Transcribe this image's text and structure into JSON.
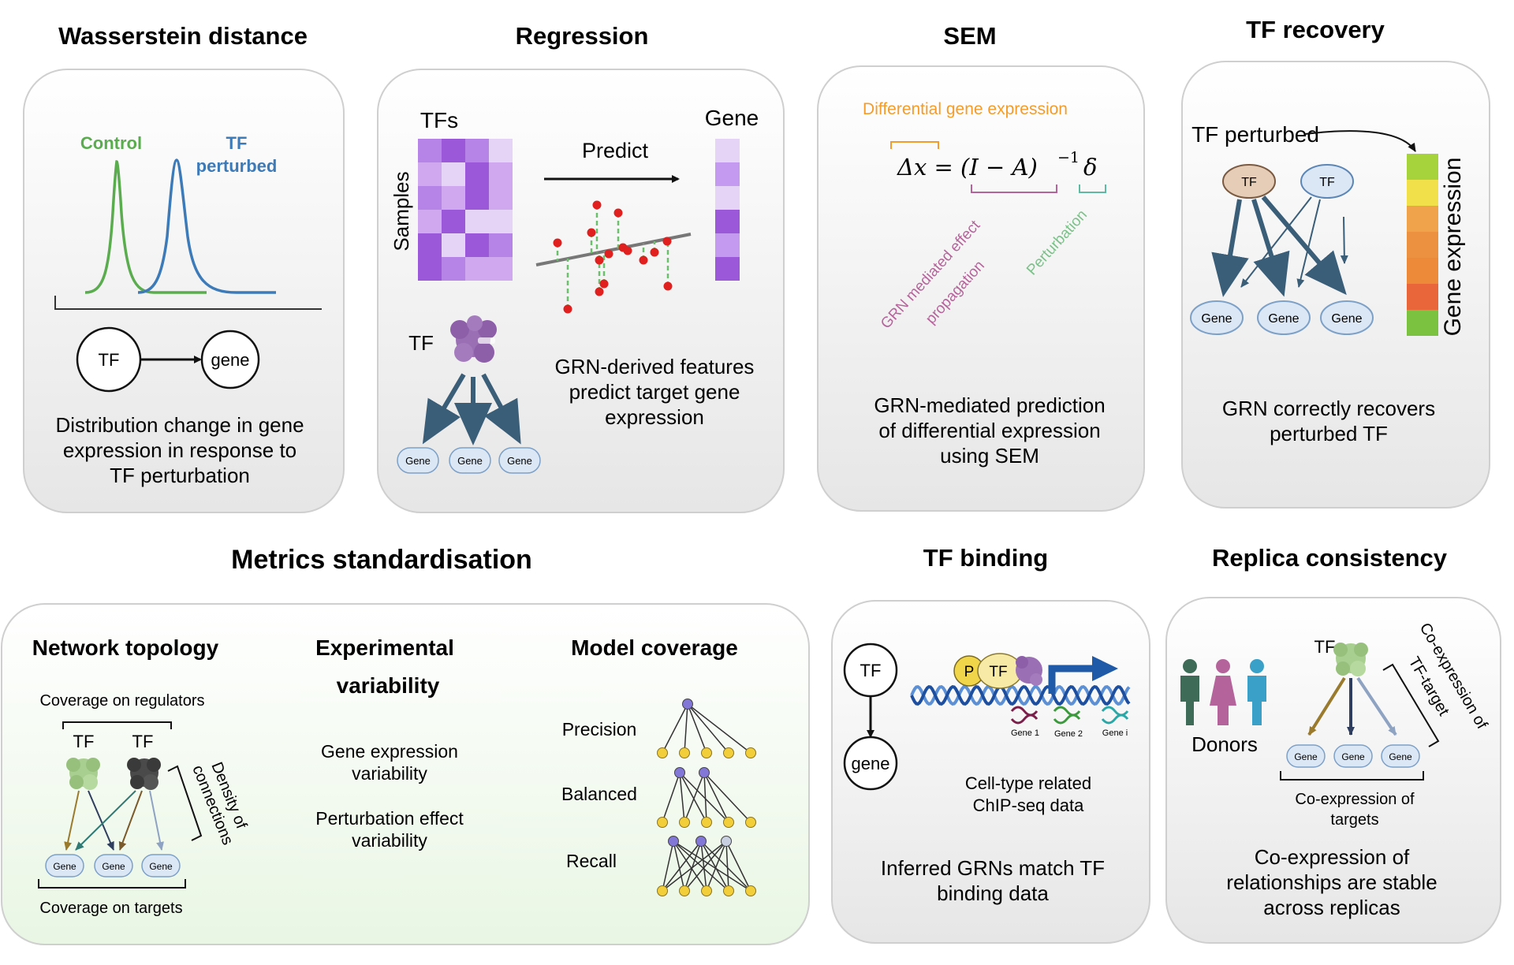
{
  "sections": {
    "wasserstein": {
      "title": "Wasserstein distance",
      "legend_control": "Control",
      "legend_tf_line1": "TF",
      "legend_tf_line2": "perturbed",
      "node_tf": "TF",
      "node_gene": "gene",
      "caption": [
        "Distribution change in gene",
        "expression in response to",
        "TF perturbation"
      ]
    },
    "regression": {
      "title": "Regression",
      "tfs_label": "TFs",
      "gene_label": "Gene",
      "samples_label": "Samples",
      "predict_label": "Predict",
      "tf_label": "TF",
      "gene_chip": "Gene",
      "caption": [
        "GRN-derived features",
        "predict target gene",
        "expression"
      ]
    },
    "sem": {
      "title": "SEM",
      "diff_expr": "Differential gene expression",
      "eq_left": "Δx = (I − A)",
      "eq_exp": "−1",
      "eq_delta": "δ",
      "grn_label_1": "GRN mediated effect",
      "grn_label_2": "propagation",
      "perturbation_label": "Perturbation",
      "caption": [
        "GRN-mediated prediction",
        "of differential expression",
        "using SEM"
      ]
    },
    "tf_recovery": {
      "title": "TF recovery",
      "tf_perturbed": "TF perturbed",
      "tf": "TF",
      "gene": "Gene",
      "gene_expression": "Gene expression",
      "caption": [
        "GRN correctly recovers",
        "perturbed TF"
      ]
    },
    "metrics": {
      "title": "Metrics standardisation",
      "network_topology": "Network topology",
      "coverage_regulators": "Coverage on regulators",
      "coverage_targets": "Coverage on targets",
      "density_1": "Density of",
      "density_2": "connections",
      "tf": "TF",
      "gene": "Gene",
      "exp_var_1": "Experimental",
      "exp_var_2": "variability",
      "gene_expr_var_1": "Gene expression",
      "gene_expr_var_2": "variability",
      "pert_var_1": "Perturbation effect",
      "pert_var_2": "variability",
      "model_coverage": "Model coverage",
      "precision": "Precision",
      "balanced": "Balanced",
      "recall": "Recall"
    },
    "tf_binding": {
      "title": "TF binding",
      "tf": "TF",
      "gene": "gene",
      "p": "P",
      "gene1": "Gene 1",
      "gene2": "Gene 2",
      "genei": "Gene i",
      "chip_1": "Cell-type related",
      "chip_2": "ChIP-seq data",
      "caption": [
        "Inferred GRNs match TF",
        "binding data"
      ]
    },
    "replica": {
      "title": "Replica consistency",
      "tf": "TF",
      "donors": "Donors",
      "gene": "Gene",
      "coexpr_tf_1": "Co-expression of",
      "coexpr_tf_2": "TF-target",
      "coexpr_targets_1": "Co-expression of",
      "coexpr_targets_2": "targets",
      "caption": [
        "Co-expression of",
        "relationships are stable",
        "across replicas"
      ]
    }
  },
  "colors": {
    "control": "#5aac4f",
    "tf_perturbed": "#3d7ab8",
    "arrow_blue": "#3a5d78",
    "purple_dark": "#9b59d9",
    "purple_light": "#e1cdf5",
    "orange": "#f39c2b",
    "pink": "#b5649b",
    "teal": "#5fb9a3",
    "gene_fill": "#dbe7f5",
    "gene_stroke": "#7da0c7"
  }
}
